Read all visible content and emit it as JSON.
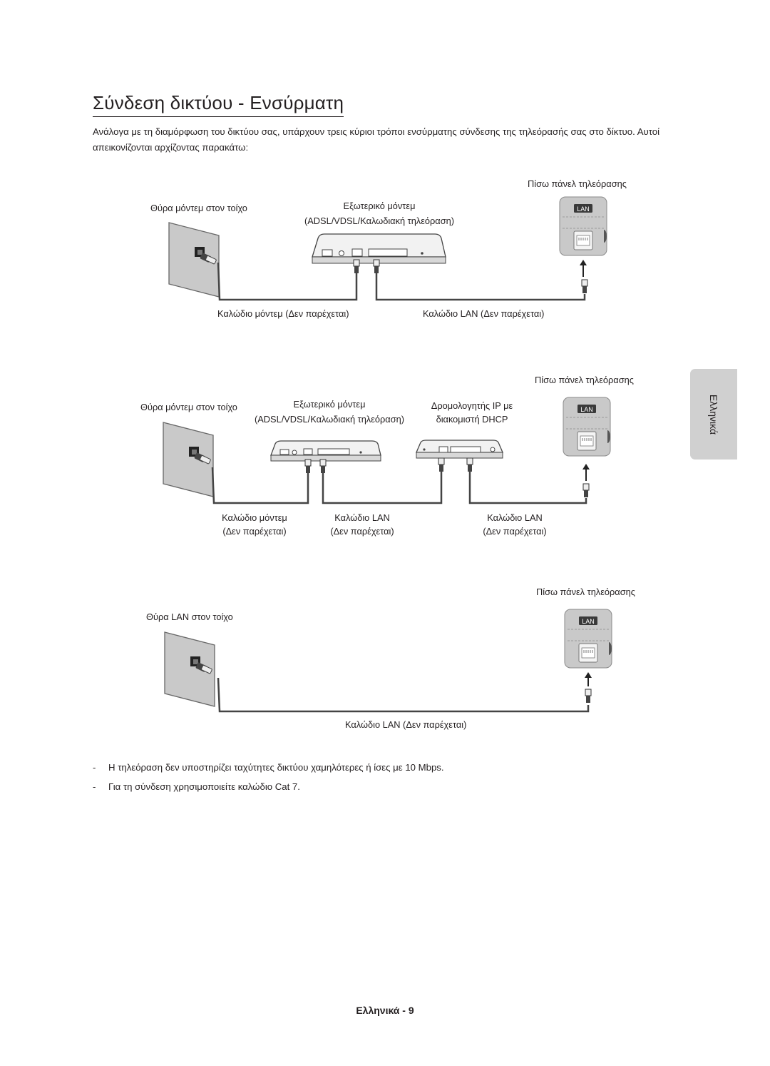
{
  "title": "Σύνδεση δικτύου - Ενσύρματη",
  "intro": "Ανάλογα με τη διαμόρφωση του δικτύου σας, υπάρχουν τρεις κύριοι τρόποι ενσύρματης σύνδεσης της τηλεόρασής σας στο δίκτυο. Αυτοί απεικονίζονται αρχίζοντας παρακάτω:",
  "diagram1": {
    "tv_label": "Πίσω πάνελ τηλεόρασης",
    "wall_label": "Θύρα μόντεμ στον τοίχο",
    "modem_label_1": "Εξωτερικό μόντεμ",
    "modem_label_2": "(ADSL/VDSL/Καλωδιακή τηλεόραση)",
    "modem_cable": "Καλώδιο μόντεμ (Δεν παρέχεται)",
    "lan_cable": "Καλώδιο LAN (Δεν παρέχεται)",
    "lan_badge": "LAN"
  },
  "diagram2": {
    "tv_label": "Πίσω πάνελ τηλεόρασης",
    "wall_label": "Θύρα μόντεμ στον τοίχο",
    "modem_label_1": "Εξωτερικό μόντεμ",
    "modem_label_2": "(ADSL/VDSL/Καλωδιακή τηλεόραση)",
    "router_label_1": "Δρομολογητής IP με",
    "router_label_2": "διακομιστή DHCP",
    "modem_cable_1": "Καλώδιο μόντεμ",
    "modem_cable_2": "(Δεν παρέχεται)",
    "lan_cable_a_1": "Καλώδιο LAN",
    "lan_cable_a_2": "(Δεν παρέχεται)",
    "lan_cable_b_1": "Καλώδιο LAN",
    "lan_cable_b_2": "(Δεν παρέχεται)",
    "lan_badge": "LAN"
  },
  "diagram3": {
    "tv_label": "Πίσω πάνελ τηλεόρασης",
    "wall_label": "Θύρα LAN στον τοίχο",
    "lan_cable": "Καλώδιο LAN (Δεν παρέχεται)",
    "lan_badge": "LAN"
  },
  "side_tab": "Ελληνικά",
  "notes": [
    "Η τηλεόραση δεν υποστηρίζει ταχύτητες δικτύου χαμηλότερες ή ίσες με 10 Mbps.",
    "Για τη σύνδεση χρησιμοποιείτε καλώδιο Cat 7."
  ],
  "note_dash": "-",
  "footer": "Ελληνικά - 9"
}
